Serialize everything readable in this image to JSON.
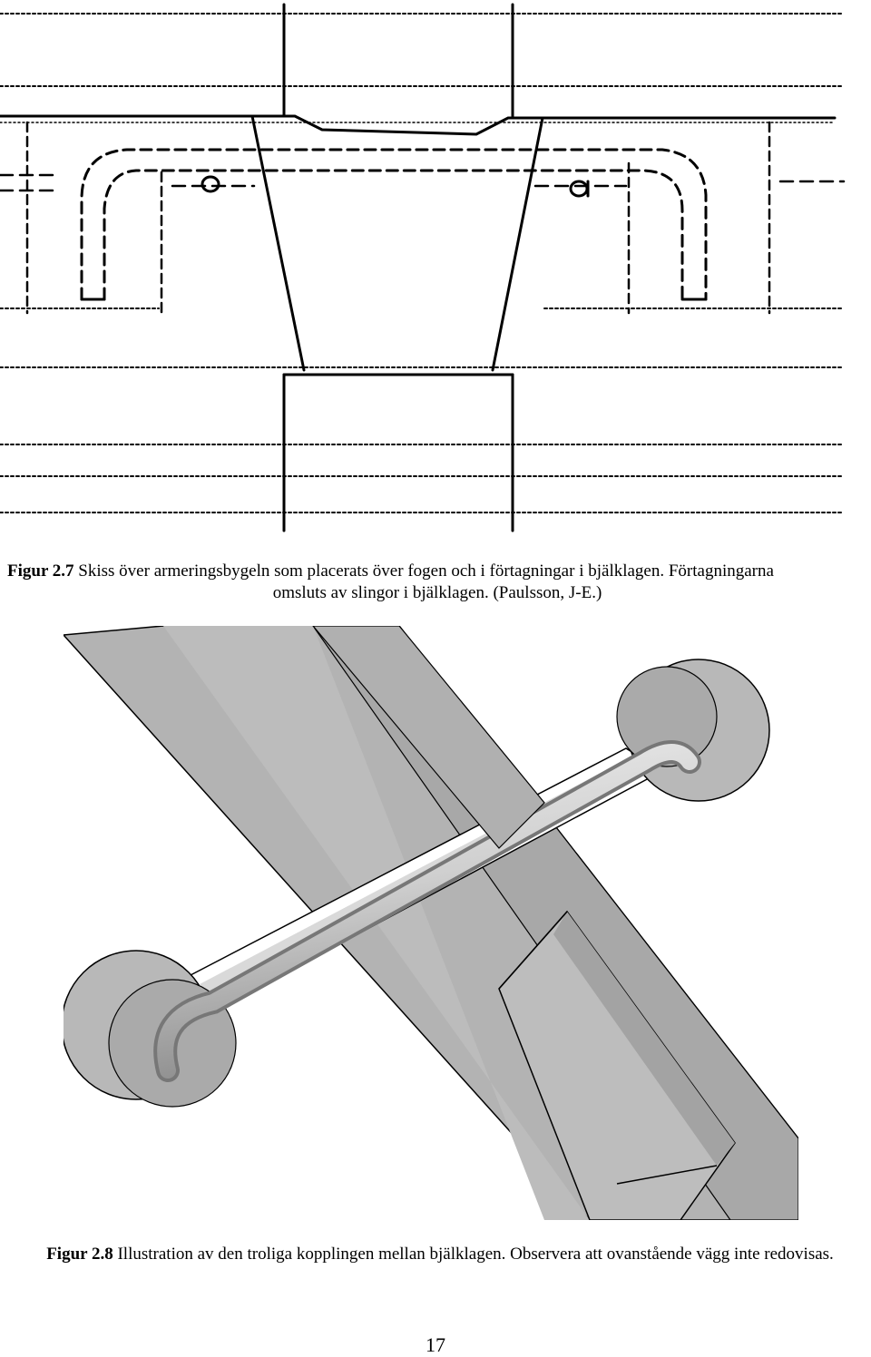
{
  "figure1": {
    "label_a_left": "a",
    "label_a_right": "a",
    "caption_label": "Figur 2.",
    "caption_number": "7",
    "caption_text_line1": " Skiss över armeringsbygeln som placerats över fogen och i förtagningar i bjälklagen. Förtagningarna",
    "caption_text_line2": "omsluts av slingor i bjälklagen. (Paulsson, J-E.)"
  },
  "figure2": {
    "caption_label": "Figur 2.",
    "caption_number": "8",
    "caption_text": " Illustration av den troliga kopplingen mellan bjälklagen. Observera att ovanstående vägg inte redovisas."
  },
  "page_number": "17"
}
